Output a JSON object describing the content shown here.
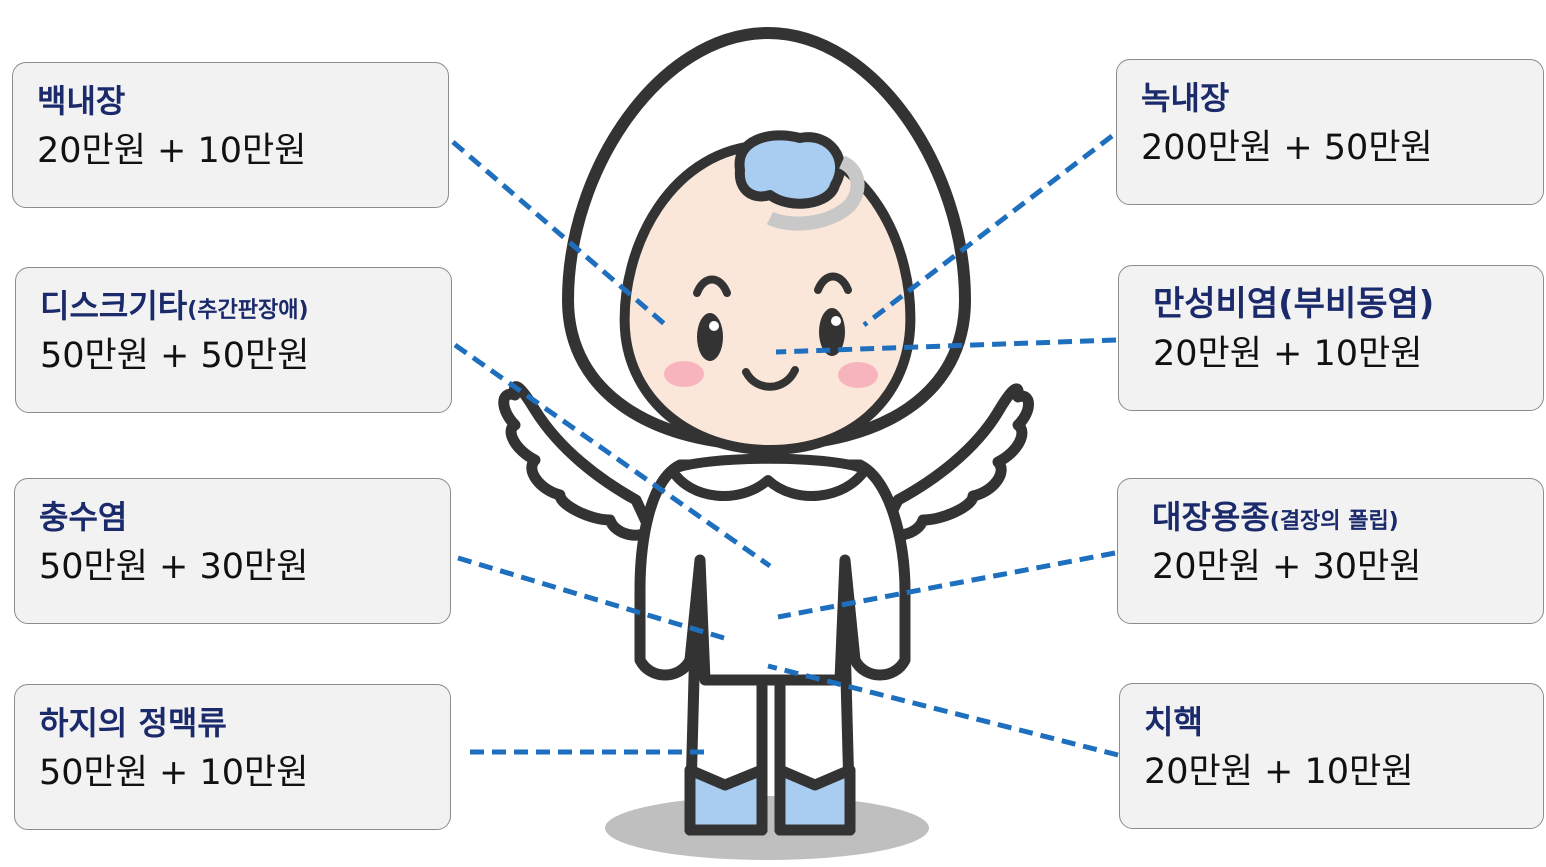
{
  "items": [
    {
      "name": "백내장",
      "name_note": "",
      "amount": "20만원 + 10만원"
    },
    {
      "name": "디스크기타",
      "name_note": "(추간판장애)",
      "amount": "50만원 + 50만원"
    },
    {
      "name": "충수염",
      "name_note": "",
      "amount": "50만원 + 30만원"
    },
    {
      "name": "하지의 정맥류",
      "name_note": "",
      "amount": "50만원 + 10만원"
    },
    {
      "name": "녹내장",
      "name_note": "",
      "amount": "200만원 + 50만원"
    },
    {
      "name": "만성비염(부비동염)",
      "name_note": "",
      "amount": "20만원 + 10만원"
    },
    {
      "name": "대장용종",
      "name_note": "(결장의 폴립)",
      "amount": "20만원 + 30만원"
    },
    {
      "name": "치핵",
      "name_note": "",
      "amount": "20만원 + 10만원"
    }
  ],
  "colors": {
    "title": "#1b2a6b",
    "amount": "#111111",
    "box_fill": "#f2f2f2",
    "box_border": "#8c8c8c",
    "leader_line": "#1f6fbf",
    "face": "#fbe7d9",
    "hair_shoes": "#a8cdf0",
    "cheek": "#f7b4bd",
    "outline": "#333333",
    "shadow": "#bfbfbf"
  },
  "icons": [
    "angel-mascot-icon",
    "wings-icon"
  ]
}
